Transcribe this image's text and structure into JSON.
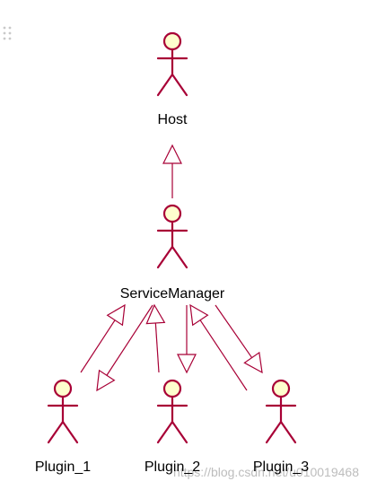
{
  "diagram": {
    "actors": [
      {
        "id": "host",
        "label": "Host"
      },
      {
        "id": "service-manager",
        "label": "ServiceManager"
      },
      {
        "id": "plugin-1",
        "label": "Plugin_1"
      },
      {
        "id": "plugin-2",
        "label": "Plugin_2"
      },
      {
        "id": "plugin-3",
        "label": "Plugin_3"
      }
    ],
    "relations": [
      {
        "from": "service-manager",
        "to": "host"
      },
      {
        "from": "plugin-1",
        "to": "service-manager"
      },
      {
        "from": "service-manager",
        "to": "plugin-1"
      },
      {
        "from": "plugin-2",
        "to": "service-manager"
      },
      {
        "from": "service-manager",
        "to": "plugin-2"
      },
      {
        "from": "plugin-3",
        "to": "service-manager"
      },
      {
        "from": "service-manager",
        "to": "plugin-3"
      }
    ],
    "colors": {
      "actor_fill": "#FEFECE",
      "actor_stroke": "#A80036",
      "edge": "#A80036"
    }
  },
  "watermark": "https://blog.csdn.net/u010019468",
  "handle_icon": "drag-handle-icon"
}
